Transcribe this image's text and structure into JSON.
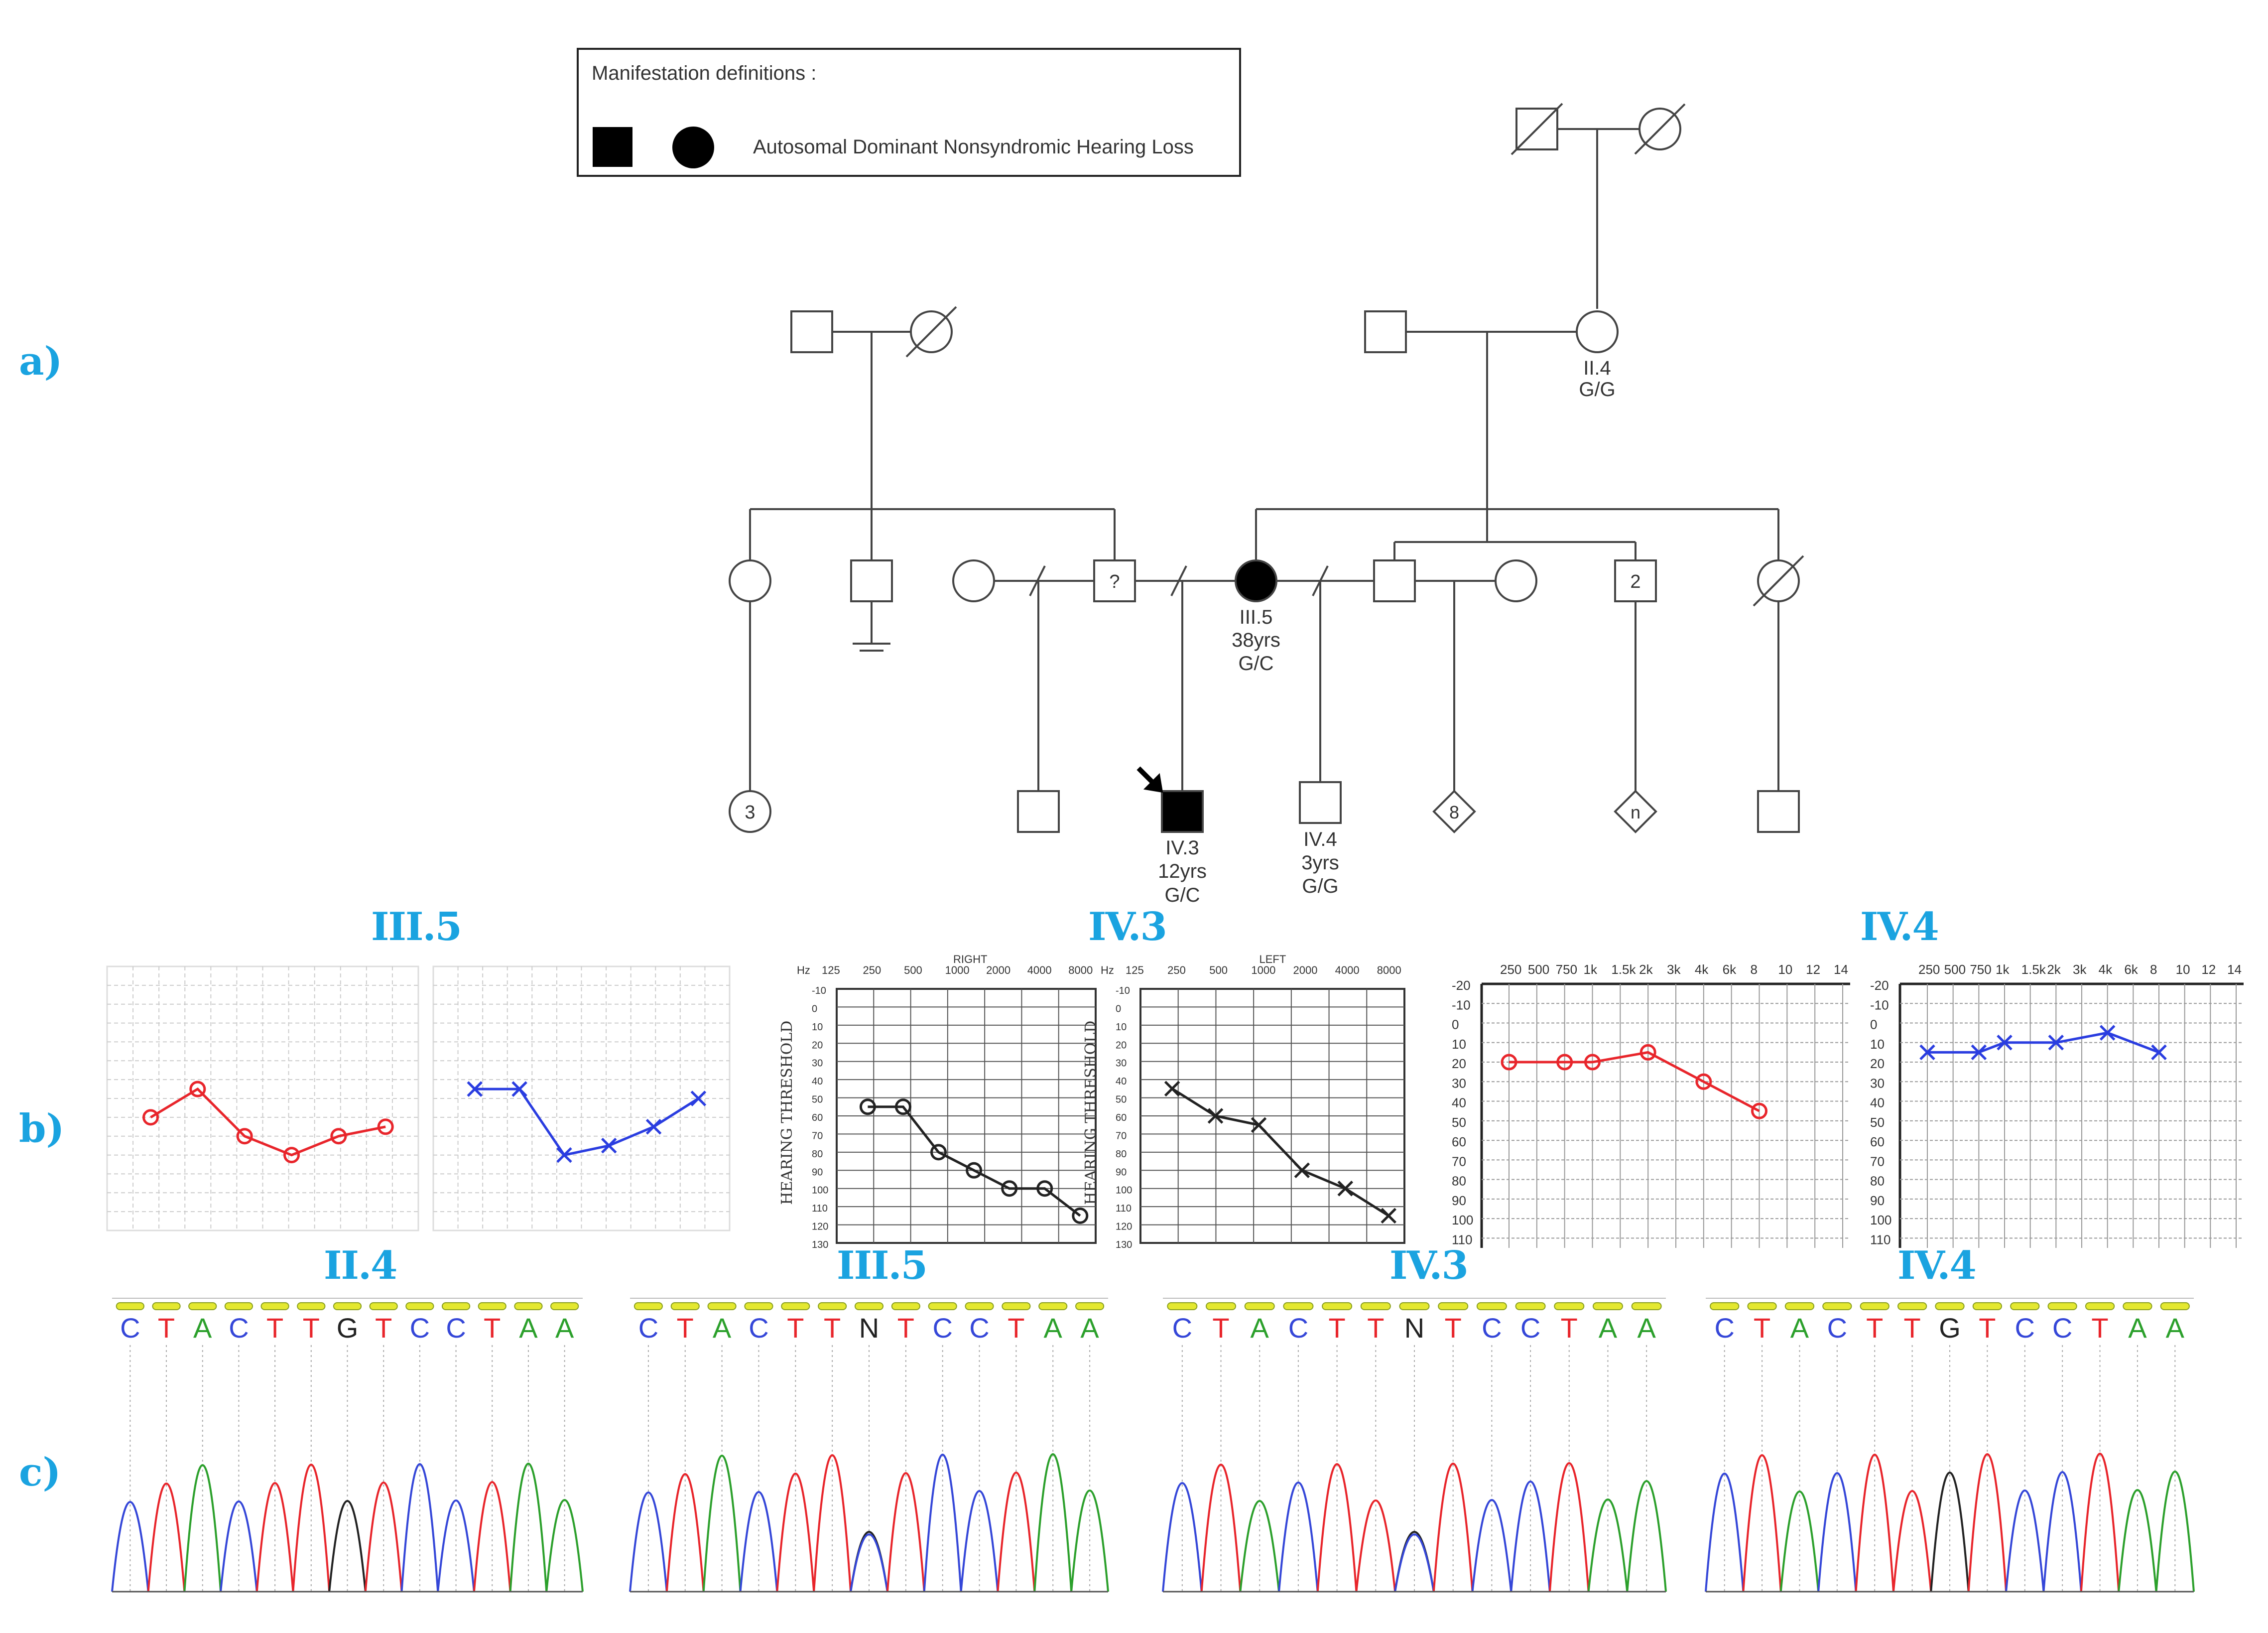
{
  "legend": {
    "title": "Manifestation definitions :",
    "text": "Autosomal Dominant Nonsyndromic Hearing Loss"
  },
  "panels": {
    "a": "a)",
    "b": "b)",
    "c": "c)"
  },
  "pedigree": {
    "ii4": {
      "id": "II.4",
      "genotype": "G/G"
    },
    "iii5": {
      "id": "III.5",
      "age": "38yrs",
      "genotype": "G/C"
    },
    "iv3": {
      "id": "IV.3",
      "age": "12yrs",
      "genotype": "G/C"
    },
    "iv4": {
      "id": "IV.4",
      "age": "3yrs",
      "genotype": "G/G"
    },
    "unknown_mark": "?",
    "count_3": "3",
    "count_2": "2",
    "count_8": "8",
    "count_n": "n"
  },
  "audiograms": {
    "iii5": {
      "title": "III.5",
      "right": {
        "values": [
          60,
          45,
          70,
          80,
          70,
          65
        ],
        "color": "#e8252b"
      },
      "left": {
        "values": [
          45,
          45,
          80,
          75,
          65,
          50
        ],
        "color": "#2a3de0"
      }
    },
    "iv3": {
      "title": "IV.3",
      "unit": "Hz",
      "right_label": "RIGHT",
      "left_label": "LEFT",
      "axis_label": "HEARING THRESHOLD",
      "right_freq_labels": [
        "125",
        "250",
        "500",
        "1000",
        "2000",
        "4000",
        "8000"
      ],
      "left_freq_labels": [
        "125",
        "250",
        "500",
        "1000",
        "2000",
        "4000",
        "8000"
      ],
      "y_ticks": [
        "-10",
        "0",
        "10",
        "20",
        "30",
        "40",
        "50",
        "60",
        "70",
        "80",
        "90",
        "100",
        "110",
        "120",
        "130"
      ],
      "right_values": [
        55,
        55,
        80,
        90,
        100,
        100,
        115
      ],
      "left_values": [
        45,
        60,
        65,
        90,
        100,
        115
      ]
    },
    "iv4": {
      "title": "IV.4",
      "freq_labels": [
        "250",
        "500",
        "750",
        "1k",
        "1.5k",
        "2k",
        "3k",
        "4k",
        "6k",
        "8",
        "10",
        "12",
        "14"
      ],
      "y_ticks": [
        "-20",
        "-10",
        "0",
        "10",
        "20",
        "30",
        "40",
        "50",
        "60",
        "70",
        "80",
        "90",
        "100",
        "110"
      ],
      "right": {
        "values": [
          20,
          20,
          20,
          15,
          30,
          45
        ],
        "color": "#e8252b"
      },
      "left": {
        "values": [
          15,
          15,
          10,
          10,
          5,
          15
        ],
        "color": "#2a3de0"
      }
    }
  },
  "chromatograms": [
    {
      "title": "II.4",
      "bases": [
        "C",
        "T",
        "A",
        "C",
        "T",
        "T",
        "G",
        "T",
        "C",
        "C",
        "T",
        "A",
        "A"
      ]
    },
    {
      "title": "III.5",
      "bases": [
        "C",
        "T",
        "A",
        "C",
        "T",
        "T",
        "N",
        "T",
        "C",
        "C",
        "T",
        "A",
        "A"
      ]
    },
    {
      "title": "IV.3",
      "bases": [
        "C",
        "T",
        "A",
        "C",
        "T",
        "T",
        "N",
        "T",
        "C",
        "C",
        "T",
        "A",
        "A"
      ]
    },
    {
      "title": "IV.4",
      "bases": [
        "C",
        "T",
        "A",
        "C",
        "T",
        "T",
        "G",
        "T",
        "C",
        "C",
        "T",
        "A",
        "A"
      ]
    }
  ],
  "base_colors": {
    "A": "#2ca02c",
    "C": "#3547d8",
    "G": "#222222",
    "T": "#e8252b",
    "N": "#222222"
  }
}
